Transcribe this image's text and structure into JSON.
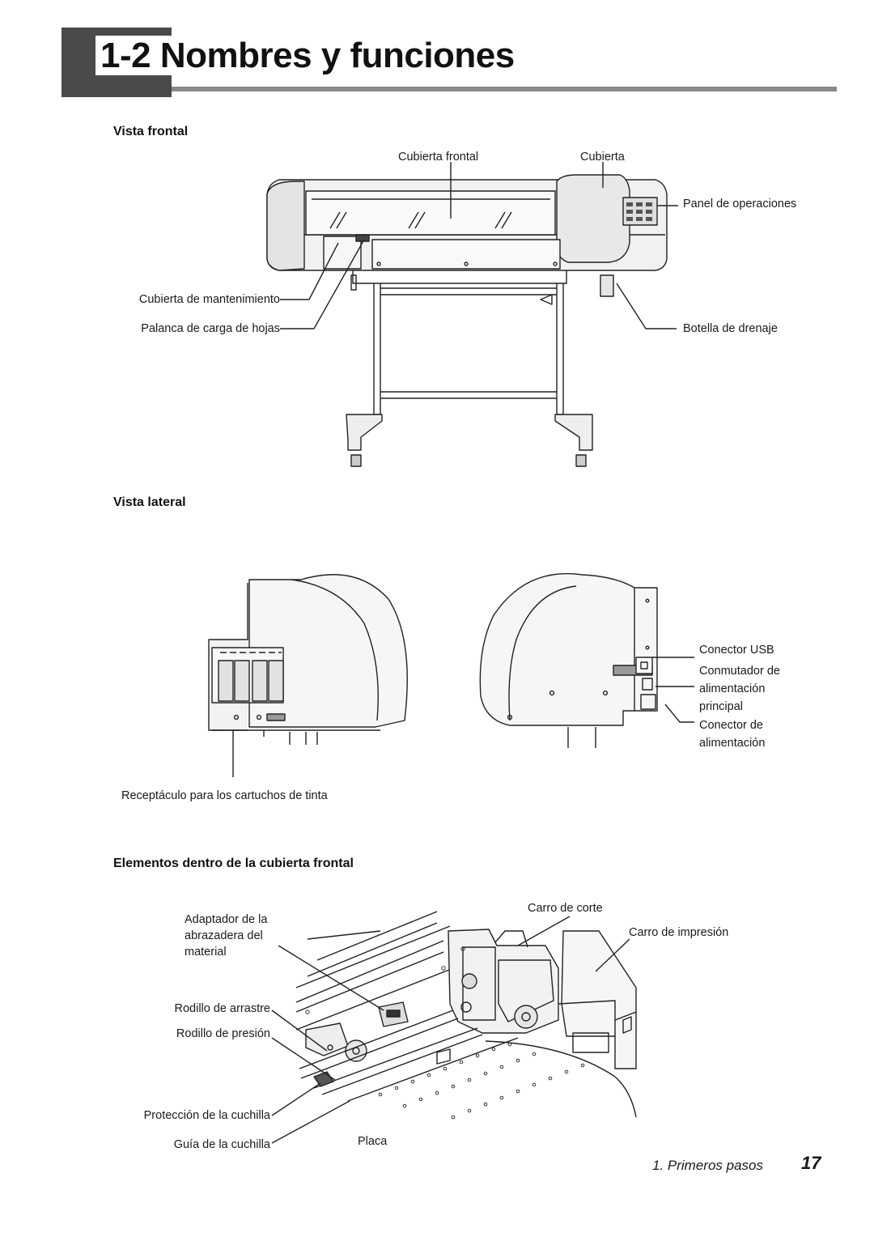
{
  "header": {
    "title": "1-2 Nombres y funciones"
  },
  "sections": {
    "front_view": "Vista frontal",
    "side_view": "Vista lateral",
    "inside_cover": "Elementos dentro de la cubierta frontal"
  },
  "front_labels": {
    "front_cover": "Cubierta frontal",
    "cover": "Cubierta",
    "operation_panel": "Panel de operaciones",
    "maintenance_cover": "Cubierta de mantenimiento",
    "sheet_loading_lever": "Palanca de carga de hojas",
    "drain_bottle": "Botella de drenaje"
  },
  "side_labels": {
    "usb_connector": "Conector USB",
    "power_switch_1": "Conmutador de",
    "power_switch_2": "alimentación",
    "power_switch_3": "principal",
    "power_connector_1": "Conector de",
    "power_connector_2": "alimentación",
    "ink_cartridge_receptacle": "Receptáculo para los cartuchos de tinta"
  },
  "inside_labels": {
    "clamp_adapter_1": "Adaptador de la",
    "clamp_adapter_2": "abrazadera del",
    "clamp_adapter_3": "material",
    "cutting_carriage": "Carro de corte",
    "print_carriage": "Carro de impresión",
    "grit_roller": "Rodillo de arrastre",
    "pinch_roller": "Rodillo de presión",
    "blade_protection": "Protección de la cuchilla",
    "blade_guide": "Guía de la cuchilla",
    "platen": "Placa"
  },
  "footer": {
    "chapter": "1. Primeros pasos",
    "page": "17"
  }
}
